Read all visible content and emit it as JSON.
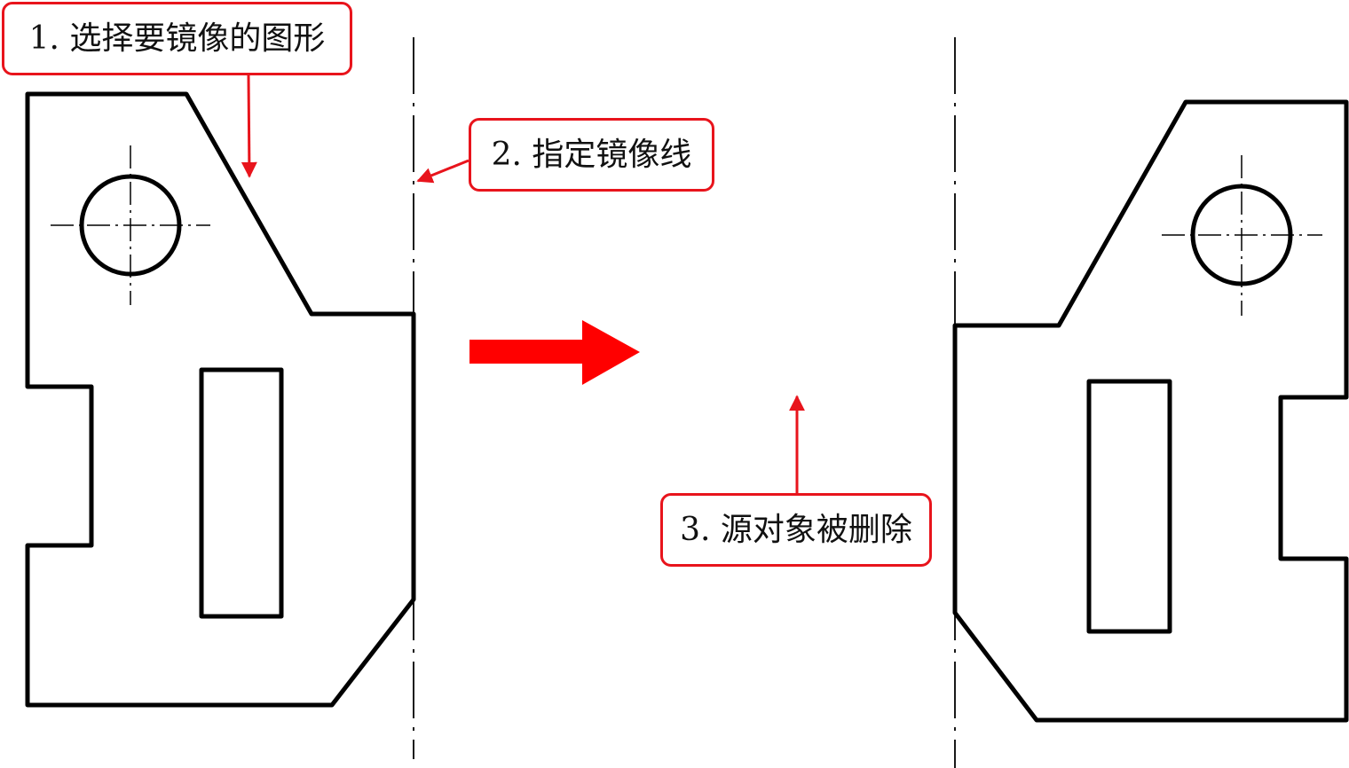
{
  "callouts": {
    "select_shape": "1. 选择要镜像的图形",
    "mirror_line": "2. 指定镜像线",
    "source_deleted": "3. 源对象被删除"
  },
  "colors": {
    "annotation": "#e8141c",
    "outline": "#000000",
    "background": "#ffffff"
  },
  "icons": {
    "transform_arrow": "right-arrow-icon"
  }
}
